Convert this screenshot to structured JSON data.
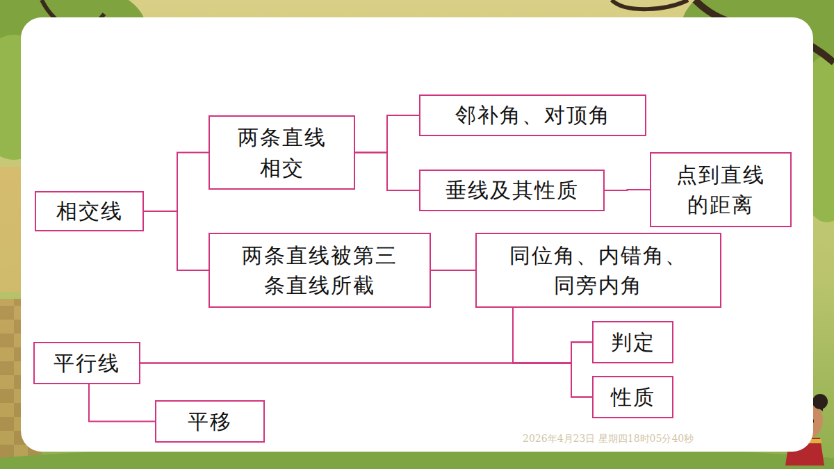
{
  "diagram": {
    "nodes": [
      {
        "text": [
          "相交线"
        ]
      },
      {
        "text": [
          "两条直线 相交"
        ]
      },
      {
        "text": [
          "邻补角、对顶角"
        ]
      },
      {
        "text": [
          "垂线及其性质"
        ]
      },
      {
        "text": [
          "点到直线 的距离"
        ]
      },
      {
        "text": [
          "两条直线被第三 条直线所截"
        ]
      },
      {
        "text": [
          "同位角、内错角、 同旁内角"
        ]
      },
      {
        "text": [
          "平行线"
        ]
      },
      {
        "text": [
          "判定"
        ]
      },
      {
        "text": [
          "性质"
        ]
      },
      {
        "text": [
          "平移"
        ]
      }
    ],
    "edges": [
      {
        "from": 0,
        "to": 1,
        "arrow": "none"
      },
      {
        "from": 0,
        "to": 5,
        "arrow": "none"
      },
      {
        "from": 1,
        "to": 2,
        "arrow": "none"
      },
      {
        "from": 1,
        "to": 3,
        "arrow": "none"
      },
      {
        "from": 3,
        "to": 4,
        "arrow": "none"
      },
      {
        "from": 5,
        "to": 6,
        "arrow": "none"
      },
      {
        "from": 7,
        "to": 8,
        "arrow": "none"
      },
      {
        "from": 7,
        "to": 9,
        "arrow": "none"
      },
      {
        "from": 6,
        "to": 8,
        "arrow": "none"
      },
      {
        "from": 6,
        "to": 9,
        "arrow": "none"
      },
      {
        "from": 7,
        "to": 10,
        "arrow": "none"
      }
    ],
    "labels": [
      "2026年4月23日 星期四18时05分40秒"
    ]
  }
}
